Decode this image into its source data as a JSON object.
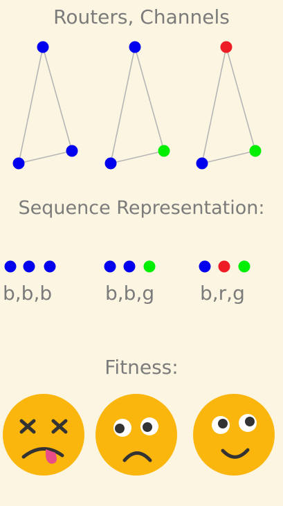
{
  "titles": {
    "routers": "Routers, Channels",
    "sequence": "Sequence Representation:",
    "fitness": "Fitness:"
  },
  "colors": {
    "b": "#0000ee",
    "g": "#00ee00",
    "r": "#ee1c24",
    "edge": "#b5b5b5",
    "face": "#fbb60d",
    "text": "#7b7b7b"
  },
  "diagrams": [
    {
      "sequence": "b,b,b",
      "colors": [
        "b",
        "b",
        "b"
      ],
      "fitness": "dead-face"
    },
    {
      "sequence": "b,b,g",
      "colors": [
        "b",
        "b",
        "g"
      ],
      "fitness": "frown-face"
    },
    {
      "sequence": "b,r,g",
      "colors": [
        "r",
        "b",
        "g"
      ],
      "fitness": "smile-face"
    }
  ]
}
